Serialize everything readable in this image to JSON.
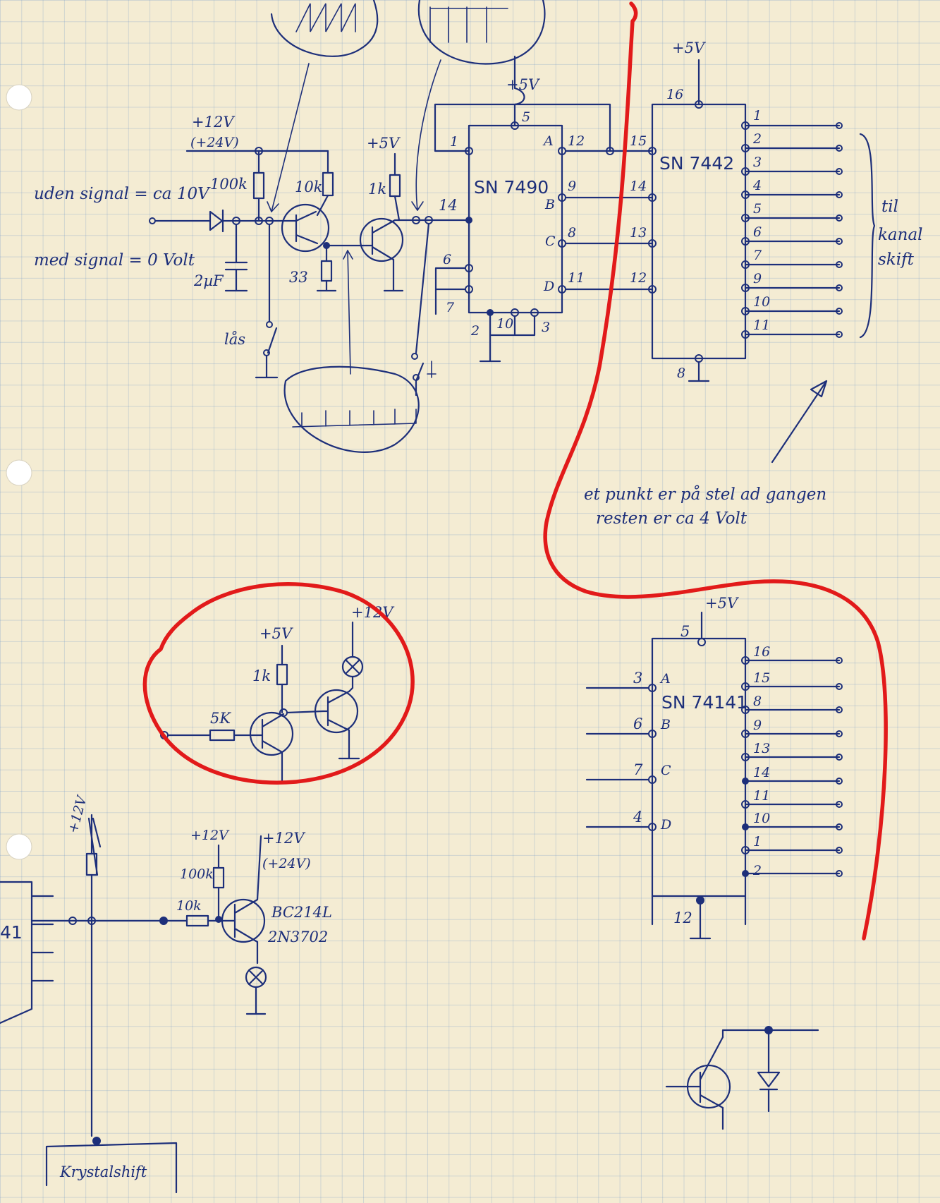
{
  "top_circuit": {
    "supply_12v": "+12V",
    "supply_12v_alt": "(+24V)",
    "supply_5v_transistor": "+5V",
    "supply_5v_counter": "+5V",
    "supply_5v_decoder": "+5V",
    "r_100k": "100k",
    "r_10k": "10k",
    "r_1k": "1k",
    "r_33": "33",
    "c_2uf": "2µF",
    "switch_las": "lås",
    "note_no_signal": "uden signal = ca 10V",
    "note_with_signal": "med signal = 0 Volt",
    "node_14": "14"
  },
  "counter_chip": {
    "name": "SN 7490",
    "pins": {
      "p5": "5",
      "p1": "1",
      "pA": "A",
      "p12": "12",
      "p9": "9",
      "pB": "B",
      "p8": "8",
      "pC": "C",
      "p11": "11",
      "pD": "D",
      "p6": "6",
      "p7": "7",
      "p2": "2",
      "p10": "10",
      "p3": "3"
    }
  },
  "decoder_chip": {
    "name": "SN 7442",
    "pin_vcc": "16",
    "pin_gnd": "8",
    "inputs": [
      "15",
      "14",
      "13",
      "12"
    ],
    "outputs": [
      "1",
      "2",
      "3",
      "4",
      "5",
      "6",
      "7",
      "9",
      "10",
      "11"
    ]
  },
  "bracket_note": {
    "line1": "til",
    "line2": "kanal",
    "line3": "skift"
  },
  "arrow_note": {
    "line1": "et punkt er på stel ad gangen",
    "line2": "resten er  ca 4 Volt"
  },
  "lamp_driver": {
    "supply_5v": "+5V",
    "supply_12v": "+12V",
    "r_1k": "1k",
    "r_5k": "5K"
  },
  "crystal_circuit": {
    "supply_left": "+12V",
    "supply_100k": "+12V",
    "supply_right": "+12V",
    "supply_right_alt": "(+24V)",
    "r_100k": "100k",
    "r_10k": "10k",
    "transistor_1": "BC214L",
    "transistor_2": "2N3702",
    "box_label": "Krystalshift",
    "edge_label": "41"
  },
  "second_decoder": {
    "name": "SN 74141",
    "supply": "+5V",
    "pin_vcc": "5",
    "pin_gnd": "12",
    "input_pins": [
      "3",
      "6",
      "7",
      "4"
    ],
    "input_letters": [
      "A",
      "B",
      "C",
      "D"
    ],
    "outputs": [
      "16",
      "15",
      "8",
      "9",
      "13",
      "14",
      "11",
      "10",
      "1",
      "2"
    ]
  },
  "colors": {
    "ink": "#1d2f7a",
    "red_marker": "#e21a1a",
    "paper": "#f4ecd3",
    "grid": "#6e96c8"
  }
}
